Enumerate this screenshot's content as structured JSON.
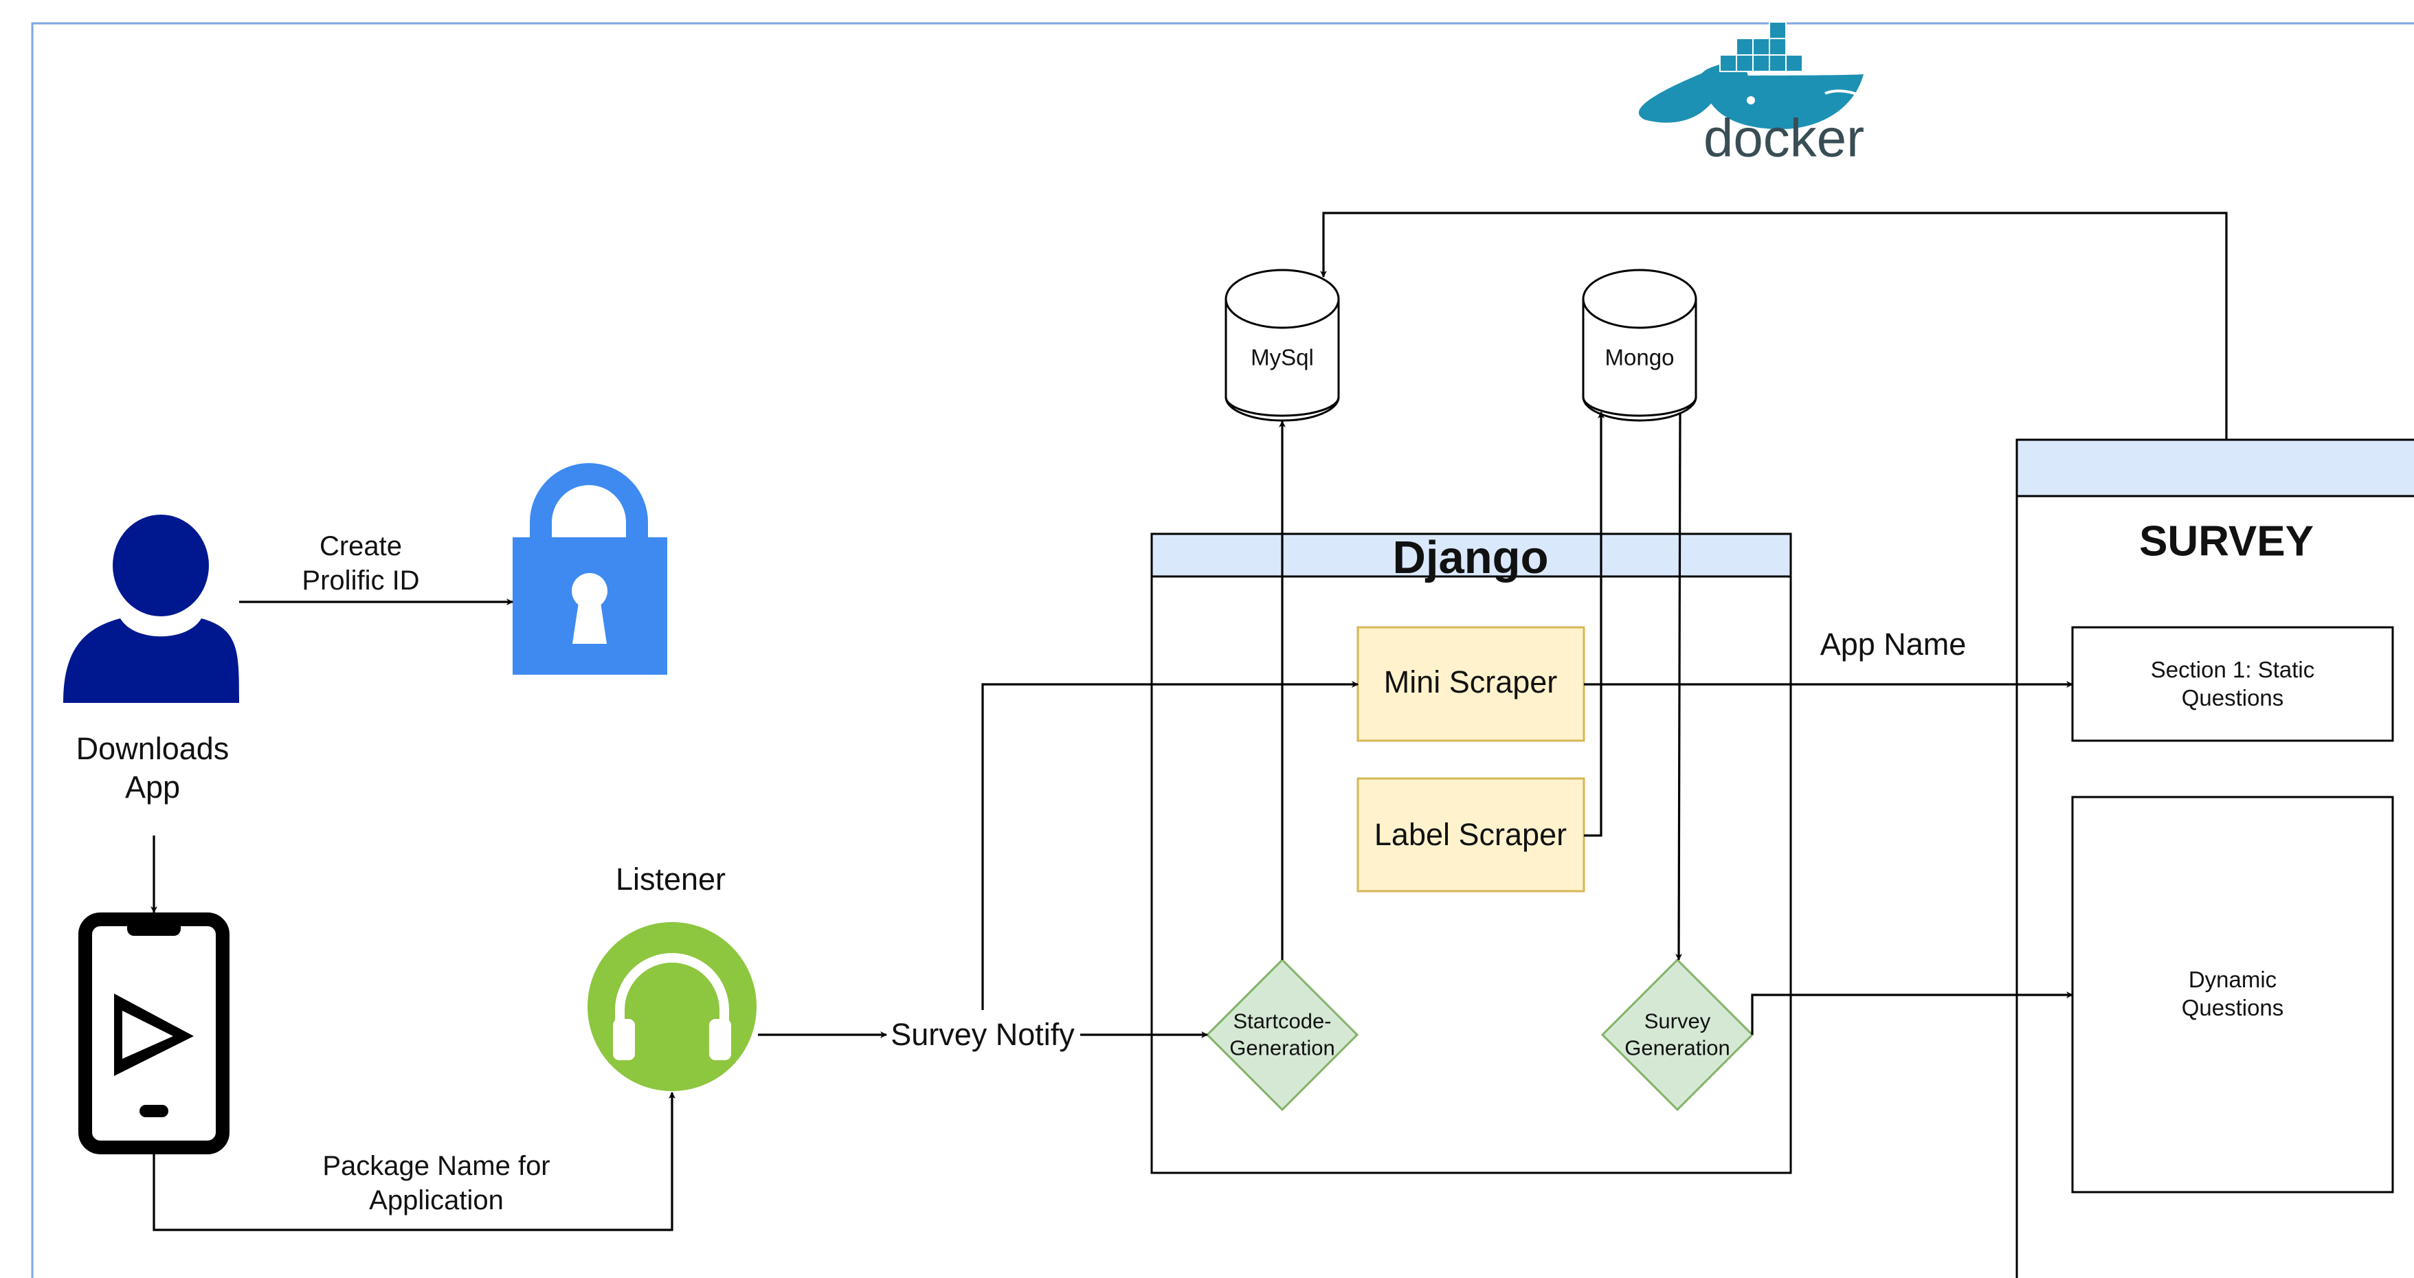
{
  "diagram": {
    "actor": {
      "label": "Downloads\nApp"
    },
    "edges": {
      "create_prolific_id": "Create\nProlific ID",
      "package_name": "Package Name for\nApplication",
      "app_name": "App Name"
    },
    "listener": {
      "label": "Listener"
    },
    "survey_notify": {
      "label": "Survey Notify"
    },
    "docker": {
      "logo_text": "docker"
    },
    "databases": {
      "mysql": "MySql",
      "mongo": "Mongo"
    },
    "django": {
      "title": "Django",
      "mini_scraper": "Mini Scraper",
      "label_scraper": "Label Scraper",
      "startcode": "Startcode-\nGeneration",
      "survey_generation": "Survey\nGeneration"
    },
    "survey": {
      "title": "SURVEY",
      "section1": "Section 1: Static Questions",
      "dynamic": "Dynamic Questions"
    }
  },
  "colors": {
    "container_header": "#dae8fc",
    "container_header_stroke": "#6c8ebf",
    "scraper_fill": "#fff2cc",
    "scraper_stroke": "#d6b656",
    "decision_fill": "#d5e8d4",
    "decision_stroke": "#82b366",
    "person_icon": "#00188f",
    "lock_icon": "#3e8af0",
    "listener_icon": "#8dc63f",
    "docker_blue": "#1d91b4",
    "docker_text": "#394d54",
    "frame_border": "#7ea6e0"
  },
  "icons": [
    "person-icon",
    "lock-icon",
    "phone-icon",
    "play-store-icon",
    "headphones-icon",
    "docker-whale-icon"
  ]
}
